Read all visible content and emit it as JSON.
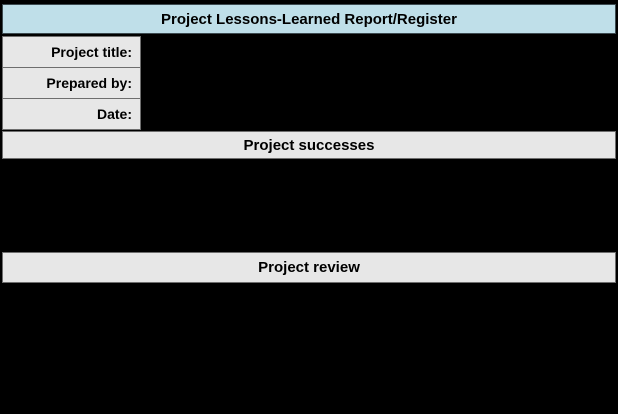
{
  "report": {
    "title": "Project Lessons-Learned Report/Register"
  },
  "meta_fields": [
    {
      "label": "Project title:",
      "value": ""
    },
    {
      "label": "Prepared by:",
      "value": ""
    },
    {
      "label": "Date:",
      "value": ""
    }
  ],
  "sections": [
    {
      "header": "Project successes",
      "content": ""
    },
    {
      "header": "Project review",
      "content": ""
    }
  ],
  "colors": {
    "title_bg": "#BFDFE9",
    "section_header_bg": "#E7E7E7",
    "label_bg": "#E7E7E7",
    "background": "#000000",
    "text": "#000000",
    "cell_border": "#6E6E6E"
  }
}
